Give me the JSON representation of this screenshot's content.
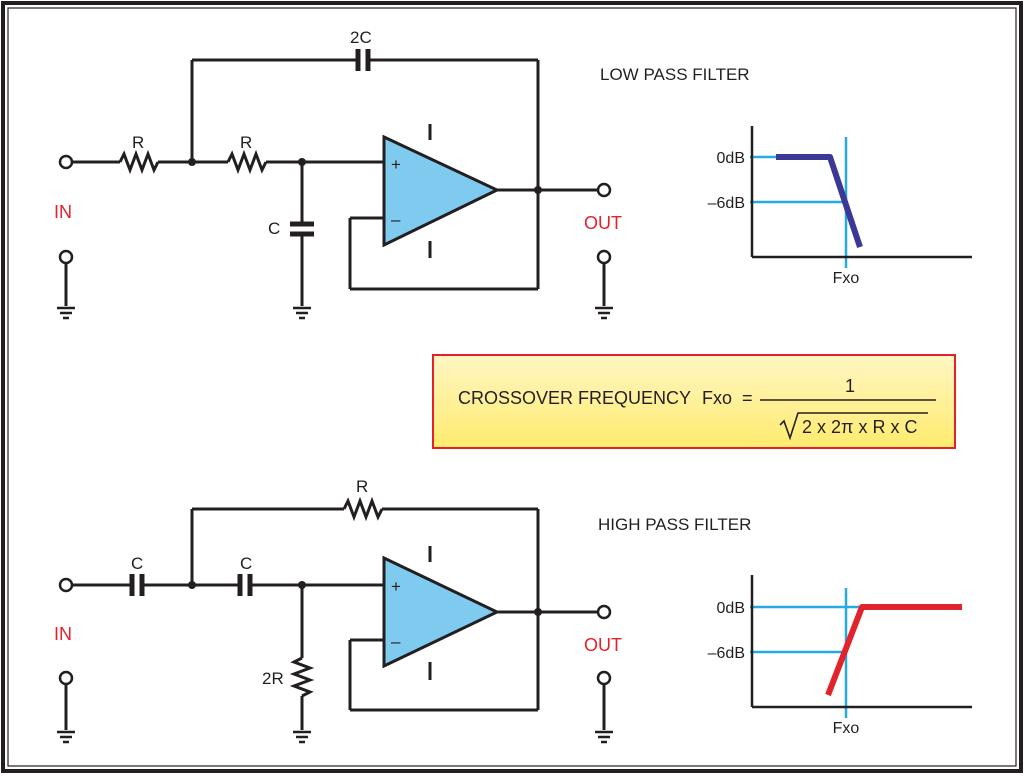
{
  "colors": {
    "border": "#231f20",
    "label_red": "#e5202a",
    "opamp_fill": "#7fcbf0",
    "guide_line": "#27a9e1",
    "low_pass_curve": "#3b3896",
    "high_pass_curve": "#e1242c",
    "formula_box_border": "#e5202a",
    "formula_box_fill_top": "#fff6c4",
    "formula_box_fill_bottom": "#ffeb6e"
  },
  "low_pass": {
    "title": "LOW PASS FILTER",
    "in_label": "IN",
    "out_label": "OUT",
    "r1_label": "R",
    "r2_label": "R",
    "c_feedback_label": "2C",
    "c_ground_label": "C",
    "opamp_plus": "+",
    "opamp_minus": "–",
    "graph": {
      "db0_label": "0dB",
      "db6_label": "–6dB",
      "x_label": "Fxo"
    }
  },
  "high_pass": {
    "title": "HIGH PASS FILTER",
    "in_label": "IN",
    "out_label": "OUT",
    "c1_label": "C",
    "c2_label": "C",
    "r_feedback_label": "R",
    "r_ground_label": "2R",
    "opamp_plus": "+",
    "opamp_minus": "–",
    "graph": {
      "db0_label": "0dB",
      "db6_label": "–6dB",
      "x_label": "Fxo"
    }
  },
  "formula": {
    "name": "CROSSOVER FREQUENCY",
    "lhs": "Fxo  =",
    "numerator": "1",
    "denominator": "2 x 2π x R x C"
  }
}
